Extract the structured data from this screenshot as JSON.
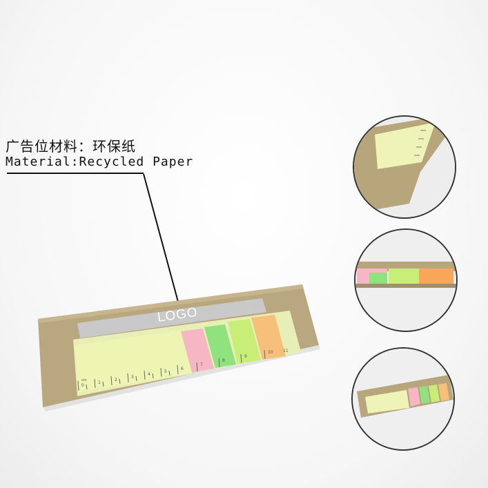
{
  "caption": {
    "chinese": "广告位材料：环保纸",
    "english": "Material:Recycled Paper"
  },
  "product": {
    "logo_text": "LOGO",
    "ruler_unit": "cm",
    "ruler_numbers": [
      "0",
      "1",
      "2",
      "3",
      "4",
      "5",
      "6",
      "7",
      "8",
      "9",
      "10",
      "11"
    ]
  },
  "zoom_views": [
    {
      "label": "ruler-corner-closeup"
    },
    {
      "label": "sticky-tabs-closeup"
    },
    {
      "label": "full-product-closeup"
    }
  ]
}
